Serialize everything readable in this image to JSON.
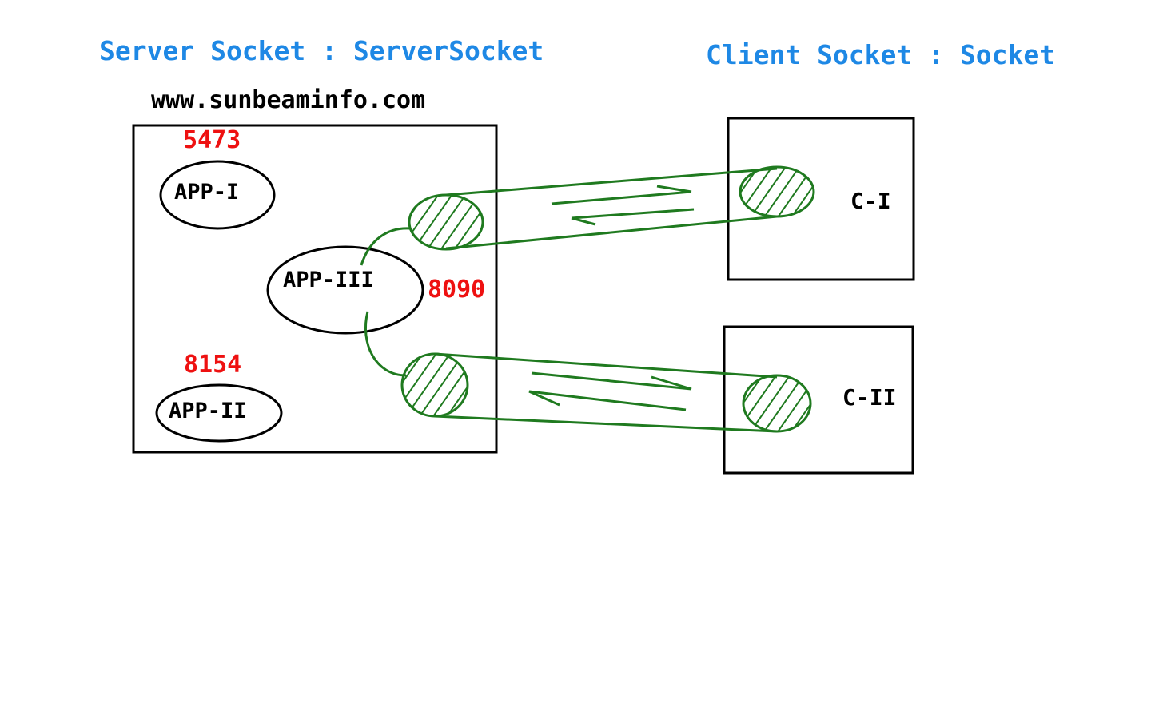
{
  "colors": {
    "heading": "#1e88e5",
    "port": "#ee1111",
    "connection": "#1f7a1f",
    "outline": "#000000"
  },
  "server": {
    "heading": "Server Socket : ServerSocket",
    "host": "www.sunbeaminfo.com",
    "apps": [
      {
        "name": "APP-I",
        "port": "5473"
      },
      {
        "name": "APP-II",
        "port": "8154"
      },
      {
        "name": "APP-III",
        "port": "8090"
      }
    ]
  },
  "client": {
    "heading": "Client Socket : Socket",
    "clients": [
      {
        "name": "C-I"
      },
      {
        "name": "C-II"
      }
    ]
  }
}
